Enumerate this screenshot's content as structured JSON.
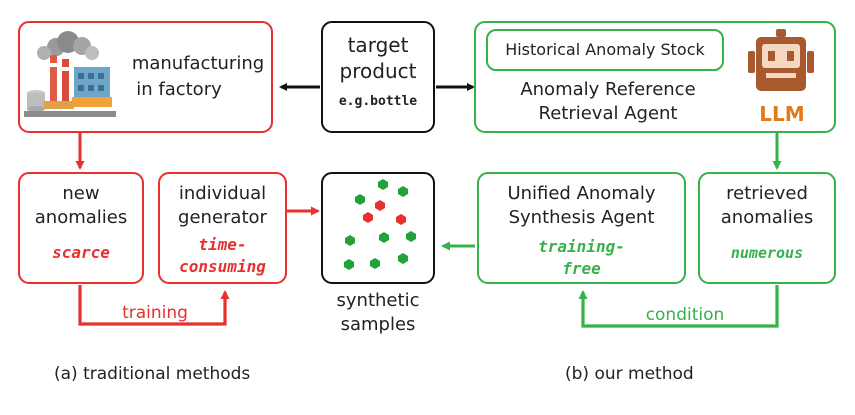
{
  "colors": {
    "red": "#e8302e",
    "green": "#35b24a",
    "black": "#111111",
    "robot": "#a85a2e",
    "llm_text": "#e07a1f"
  },
  "factory": {
    "label_1": "manufacturing",
    "label_2": "in factory",
    "icon": "factory-icon"
  },
  "target": {
    "line_1": "target",
    "line_2": "product",
    "example": "e.g.bottle"
  },
  "agent": {
    "stock": "Historical Anomaly Stock",
    "line_1": "Anomaly Reference",
    "line_2": "Retrieval Agent",
    "llm": "LLM",
    "icon": "robot-icon"
  },
  "new_anomalies": {
    "line_1": "new",
    "line_2": "anomalies",
    "tag": "scarce"
  },
  "generator": {
    "line_1": "individual",
    "line_2": "generator",
    "tag_1": "time-",
    "tag_2": "consuming"
  },
  "samples": {
    "line_1": "synthetic",
    "line_2": "samples"
  },
  "unified": {
    "line_1": "Unified Anomaly",
    "line_2": "Synthesis Agent",
    "tag_1": "training-",
    "tag_2": "free"
  },
  "retrieved": {
    "line_1": "retrieved",
    "line_2": "anomalies",
    "tag": "numerous"
  },
  "edges": {
    "training": "training",
    "condition": "condition"
  },
  "captions": {
    "left": "(a)  traditional methods",
    "right": "(b) our method"
  }
}
